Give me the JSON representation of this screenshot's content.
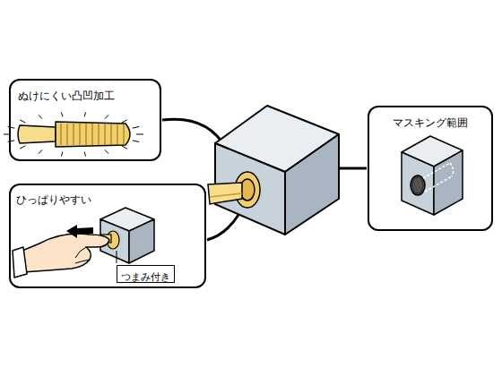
{
  "diagram": {
    "nodes": [
      {
        "text": [
          "ぬけにくい凸凹加工"
        ]
      },
      {
        "text": [
          "マスキング範囲"
        ]
      },
      {
        "text": [
          "ひっぱりやすい"
        ]
      },
      {
        "text": [
          "つまみ付き"
        ],
        "in": 2
      }
    ]
  }
}
